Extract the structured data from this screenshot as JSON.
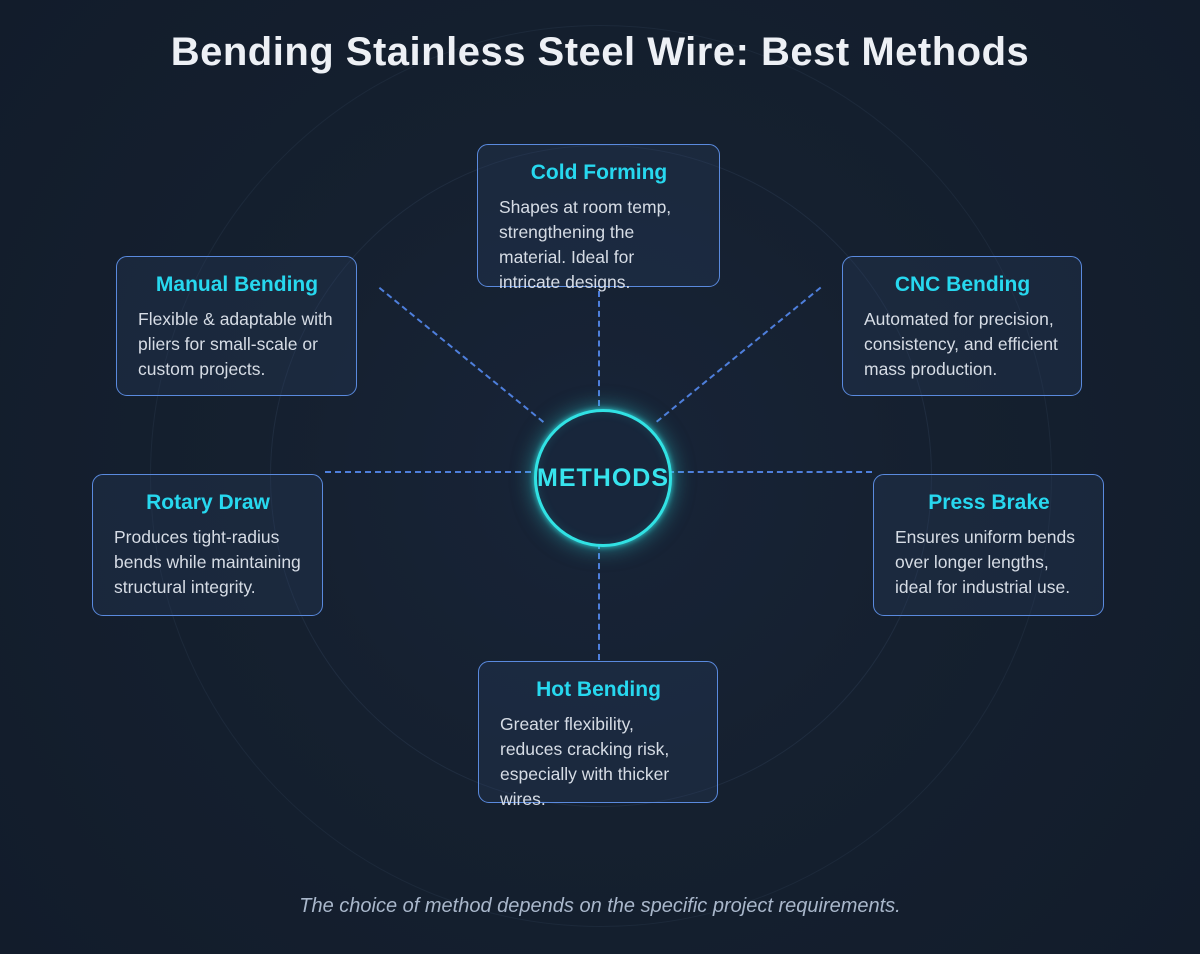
{
  "title": "Bending Stainless Steel Wire: Best Methods",
  "center": {
    "label": "METHODS"
  },
  "methods": {
    "cold_forming": {
      "title": "Cold Forming",
      "description": "Shapes at room temp, strengthening the material. Ideal for intricate designs."
    },
    "manual_bending": {
      "title": "Manual Bending",
      "description": "Flexible & adaptable with pliers for small-scale or custom projects."
    },
    "cnc_bending": {
      "title": "CNC Bending",
      "description": "Automated for precision, consistency, and efficient mass production."
    },
    "rotary_draw": {
      "title": "Rotary Draw",
      "description": "Produces tight-radius bends while maintaining structural integrity."
    },
    "press_brake": {
      "title": "Press Brake",
      "description": "Ensures uniform bends over longer lengths, ideal for industrial use."
    },
    "hot_bending": {
      "title": "Hot Bending",
      "description": "Greater flexibility, reduces cracking risk, especially with thicker wires."
    }
  },
  "footer": "The choice of method depends on the specific project requirements.",
  "colors": {
    "background": "#15202f",
    "accent_cyan": "#31e2e4",
    "card_title_cyan": "#27d8ef",
    "connector_blue": "#4e7fdc",
    "card_border_blue": "#5a8ade",
    "body_text": "#d6dce5",
    "title_text": "#edf0f5",
    "footer_text": "#a9b7cb"
  }
}
